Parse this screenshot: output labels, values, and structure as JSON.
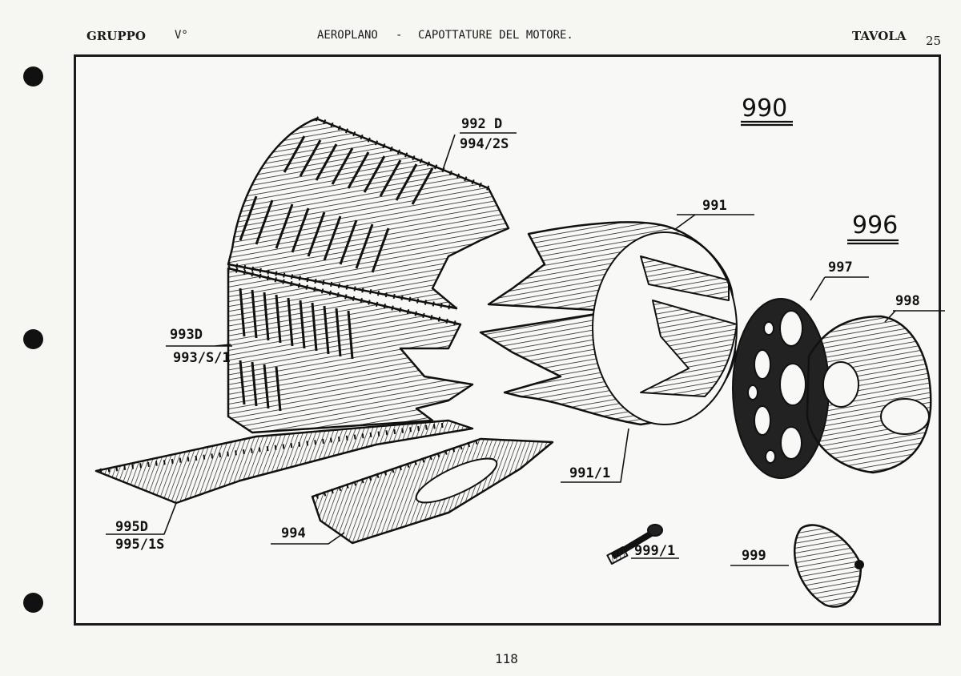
{
  "header": {
    "group_label": "GRUPPO",
    "group_value": "V°",
    "section": "AEROPLANO",
    "separator": "-",
    "title": "CAPOTTATURE DEL MOTORE.",
    "table_label": "TAVOLA",
    "table_number": "25"
  },
  "drawing": {
    "assembly_labels": [
      "990",
      "996"
    ],
    "part_labels": {
      "p992": "992 D",
      "p994_2s": "994/2S",
      "p991": "991",
      "p997": "997",
      "p998": "998",
      "p993d": "993D",
      "p993_1s": "993/S/1",
      "p991_1": "991/1",
      "p995d": "995D",
      "p995_1s": "995/1S",
      "p994": "994",
      "p999_1": "999/1",
      "p999": "999"
    }
  },
  "footer": {
    "page_number": "118"
  }
}
